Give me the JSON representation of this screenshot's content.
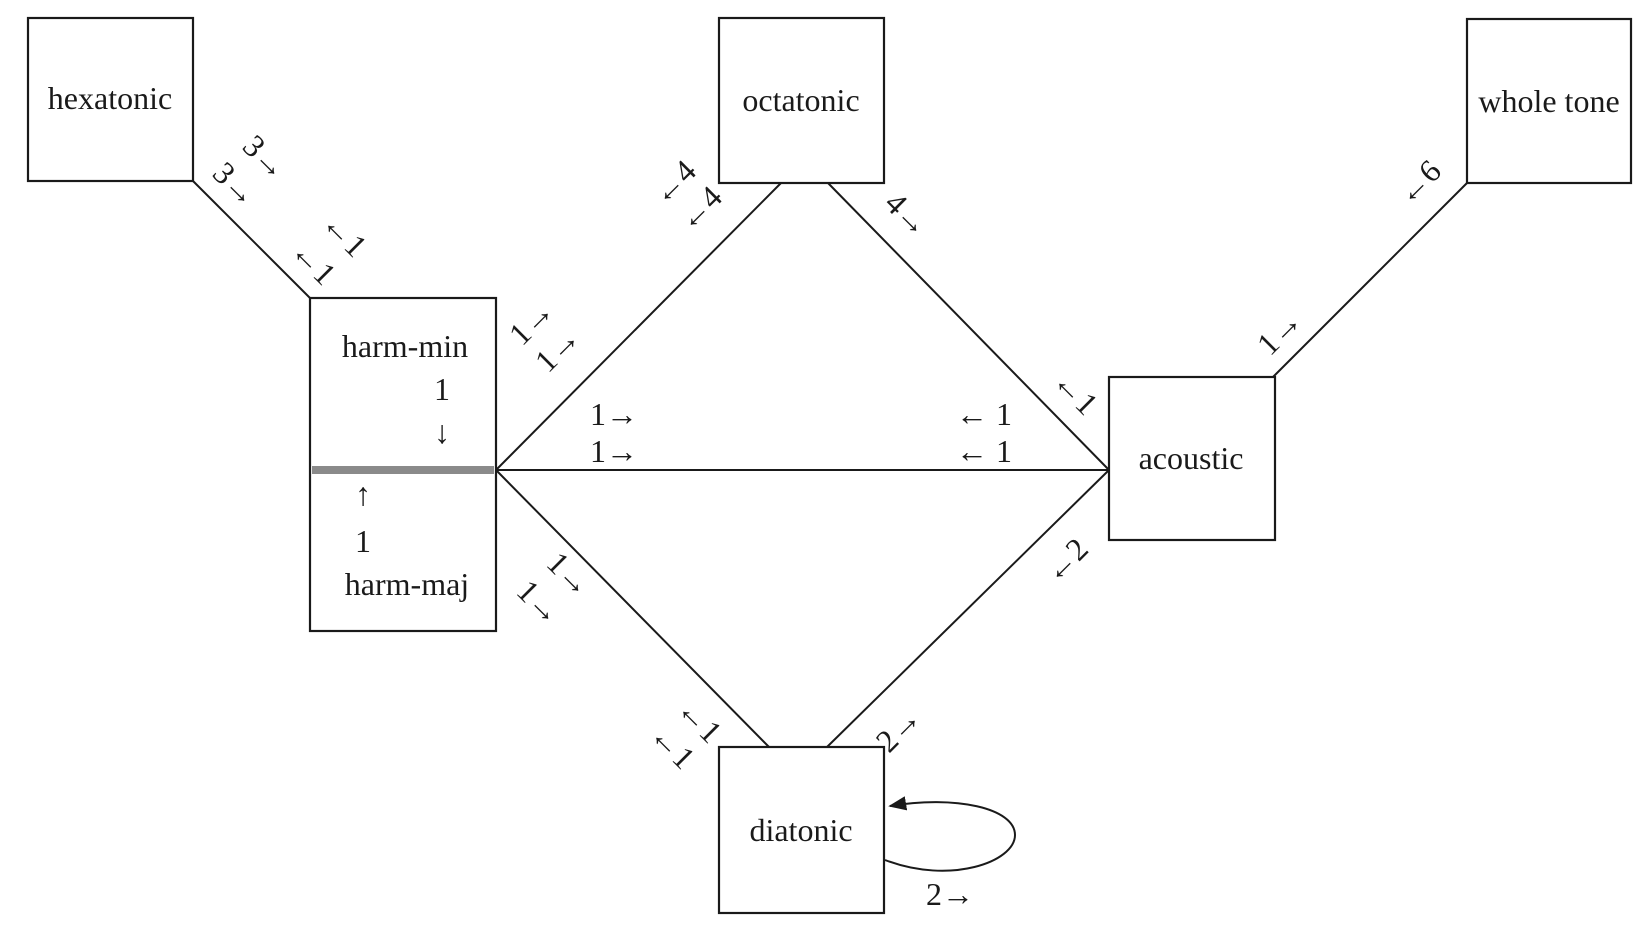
{
  "nodes": {
    "hexatonic": "hexatonic",
    "octatonic": "octatonic",
    "whole_tone": "whole tone",
    "harm_min": "harm-min",
    "harm_maj": "harm-maj",
    "acoustic": "acoustic",
    "diatonic": "diatonic"
  },
  "edges": {
    "hexatonic_harm": {
      "out_1": "3→",
      "out_2": "3→",
      "in_1": "←1",
      "in_2": "←1"
    },
    "harm_octatonic": {
      "out_1": "1→",
      "out_2": "1→",
      "in_1": "←4",
      "in_2": "←4"
    },
    "octatonic_acoustic": {
      "out": "4→",
      "in": "←1"
    },
    "whole_tone_acoustic": {
      "in": "←6",
      "out": "1→"
    },
    "harm_acoustic": {
      "out_1": "1→",
      "out_2": "1→",
      "in_1": "← 1",
      "in_2": "← 1"
    },
    "harm_diatonic": {
      "out_1": "1→",
      "out_2": "1→",
      "in_1": "←1",
      "in_2": "←1"
    },
    "acoustic_diatonic": {
      "in": "←2",
      "out": "2→"
    },
    "harm_internal": {
      "down_count": "1",
      "down_arrow": "↓",
      "up_arrow": "↑",
      "up_count": "1"
    },
    "diatonic_loop": {
      "label": "2→"
    }
  },
  "colors": {
    "stroke": "#1a1a1a",
    "divider": "#8a8a8a",
    "background": "#ffffff"
  }
}
